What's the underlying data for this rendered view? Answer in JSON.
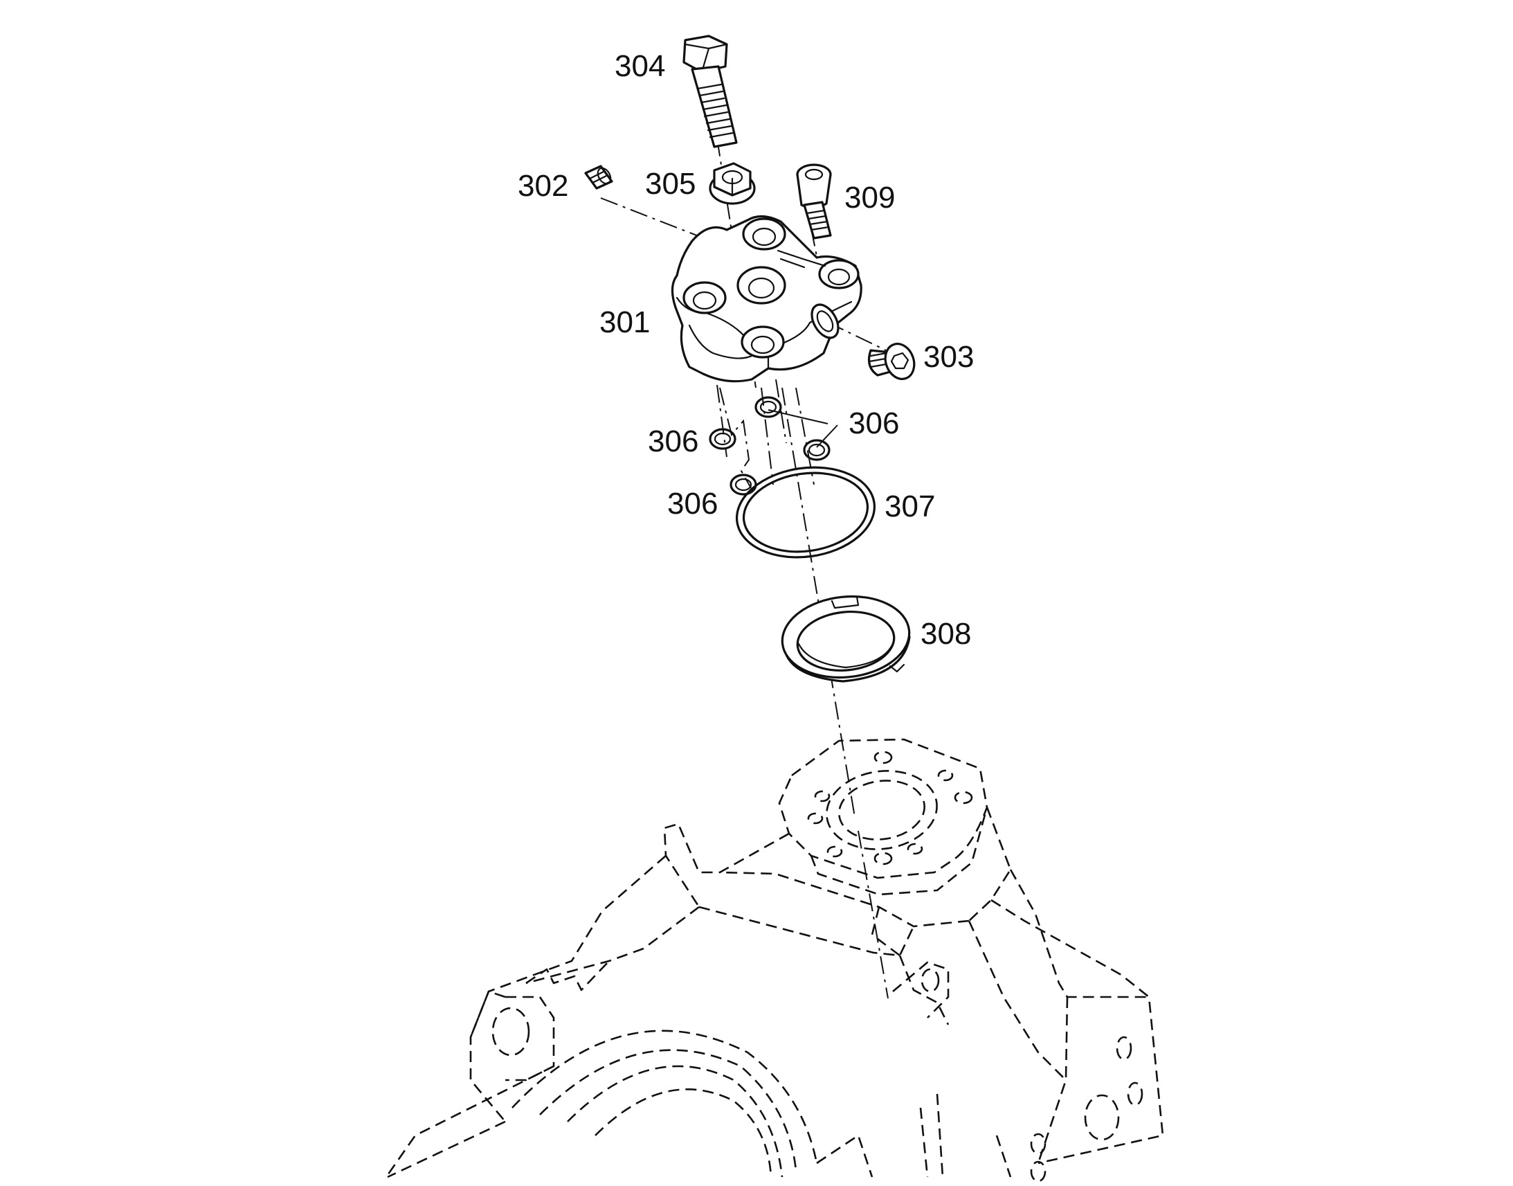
{
  "callouts": [
    {
      "id": "301",
      "label": "301"
    },
    {
      "id": "302",
      "label": "302"
    },
    {
      "id": "303",
      "label": "303"
    },
    {
      "id": "304",
      "label": "304"
    },
    {
      "id": "305",
      "label": "305"
    },
    {
      "id": "306a",
      "label": "306"
    },
    {
      "id": "306b",
      "label": "306"
    },
    {
      "id": "306c",
      "label": "306"
    },
    {
      "id": "307",
      "label": "307"
    },
    {
      "id": "308",
      "label": "308"
    },
    {
      "id": "309",
      "label": "309"
    }
  ]
}
